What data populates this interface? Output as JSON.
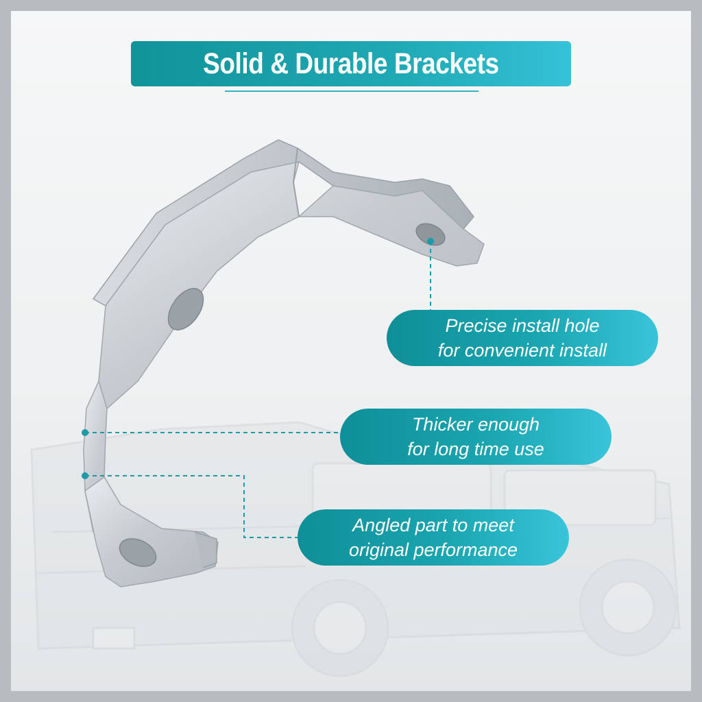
{
  "title": "Solid & Durable Brackets",
  "callouts": [
    {
      "line1": "Precise install hole",
      "line2": "for convenient install"
    },
    {
      "line1": "Thicker enough",
      "line2": "for long time use"
    },
    {
      "line1": "Angled part to meet",
      "line2": "original performance"
    }
  ],
  "colors": {
    "accent_dark": "#0f8f98",
    "accent_light": "#39c4da",
    "leader_line": "#1c9aa5",
    "bracket_metal": "#c9ced3"
  }
}
